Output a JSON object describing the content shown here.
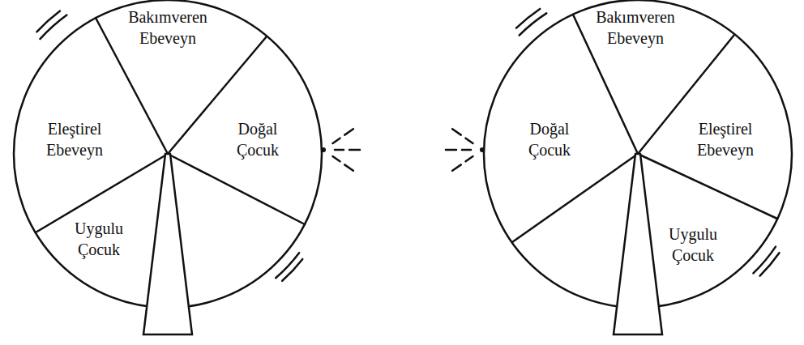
{
  "diagram": {
    "nodes": [
      {
        "text": [
          "Bakımveren Ebeveyn"
        ]
      },
      {
        "text": [
          "Eleştirel Ebeveyn"
        ]
      },
      {
        "text": [
          "Doğal Çocuk"
        ]
      },
      {
        "text": [
          "Uygulu Çocuk"
        ]
      },
      {
        "text": [
          "Bakımveren Ebeveyn"
        ]
      },
      {
        "text": [
          "Doğal Çocuk"
        ]
      },
      {
        "text": [
          "Eleştirel Ebeveyn"
        ]
      },
      {
        "text": [
          "Uygulu Çocuk"
        ]
      }
    ]
  }
}
